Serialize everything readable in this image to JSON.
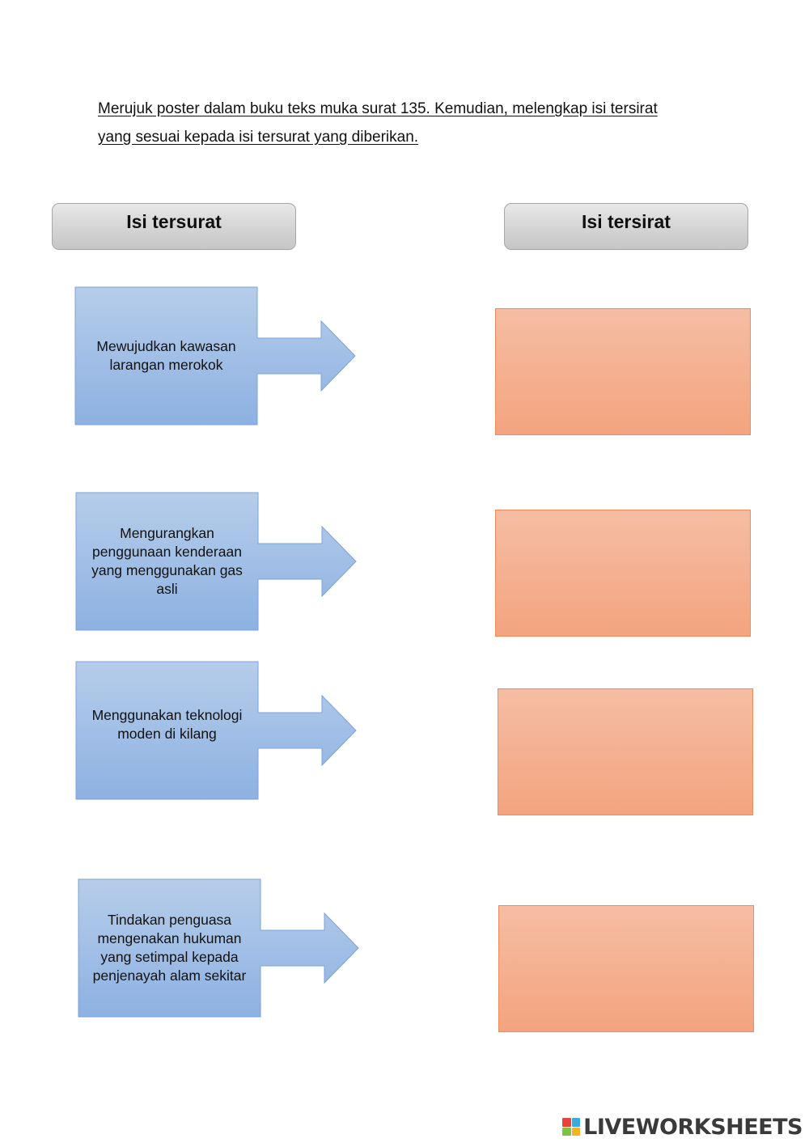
{
  "instruction": {
    "line1": "Merujuk poster dalam buku teks muka surat 135. Kemudian, melengkap isi tersirat",
    "line2": "yang sesuai kepada isi tersurat yang diberikan."
  },
  "headers": {
    "left": "Isi tersurat",
    "right": "Isi tersirat"
  },
  "items": [
    {
      "text": "Mewujudkan kawasan larangan merokok",
      "answer": ""
    },
    {
      "text": "Mengurangkan penggunaan kenderaan yang menggunakan gas asli",
      "answer": ""
    },
    {
      "text": "Menggunakan teknologi moden di kilang",
      "answer": ""
    },
    {
      "text": "Tindakan penguasa mengenakan hukuman yang setimpal kepada penjenayah alam sekitar",
      "answer": ""
    }
  ],
  "colors": {
    "blue_top": "#b6cdea",
    "blue_bottom": "#8db1e2",
    "blue_border": "#7aa3d8",
    "orange_top": "#f6bda3",
    "orange_bottom": "#f3a47f",
    "orange_border": "#f08c5a"
  },
  "logo": {
    "text": "LIVEWORKSHEETS",
    "icon": "liveworksheets-logo-icon"
  }
}
